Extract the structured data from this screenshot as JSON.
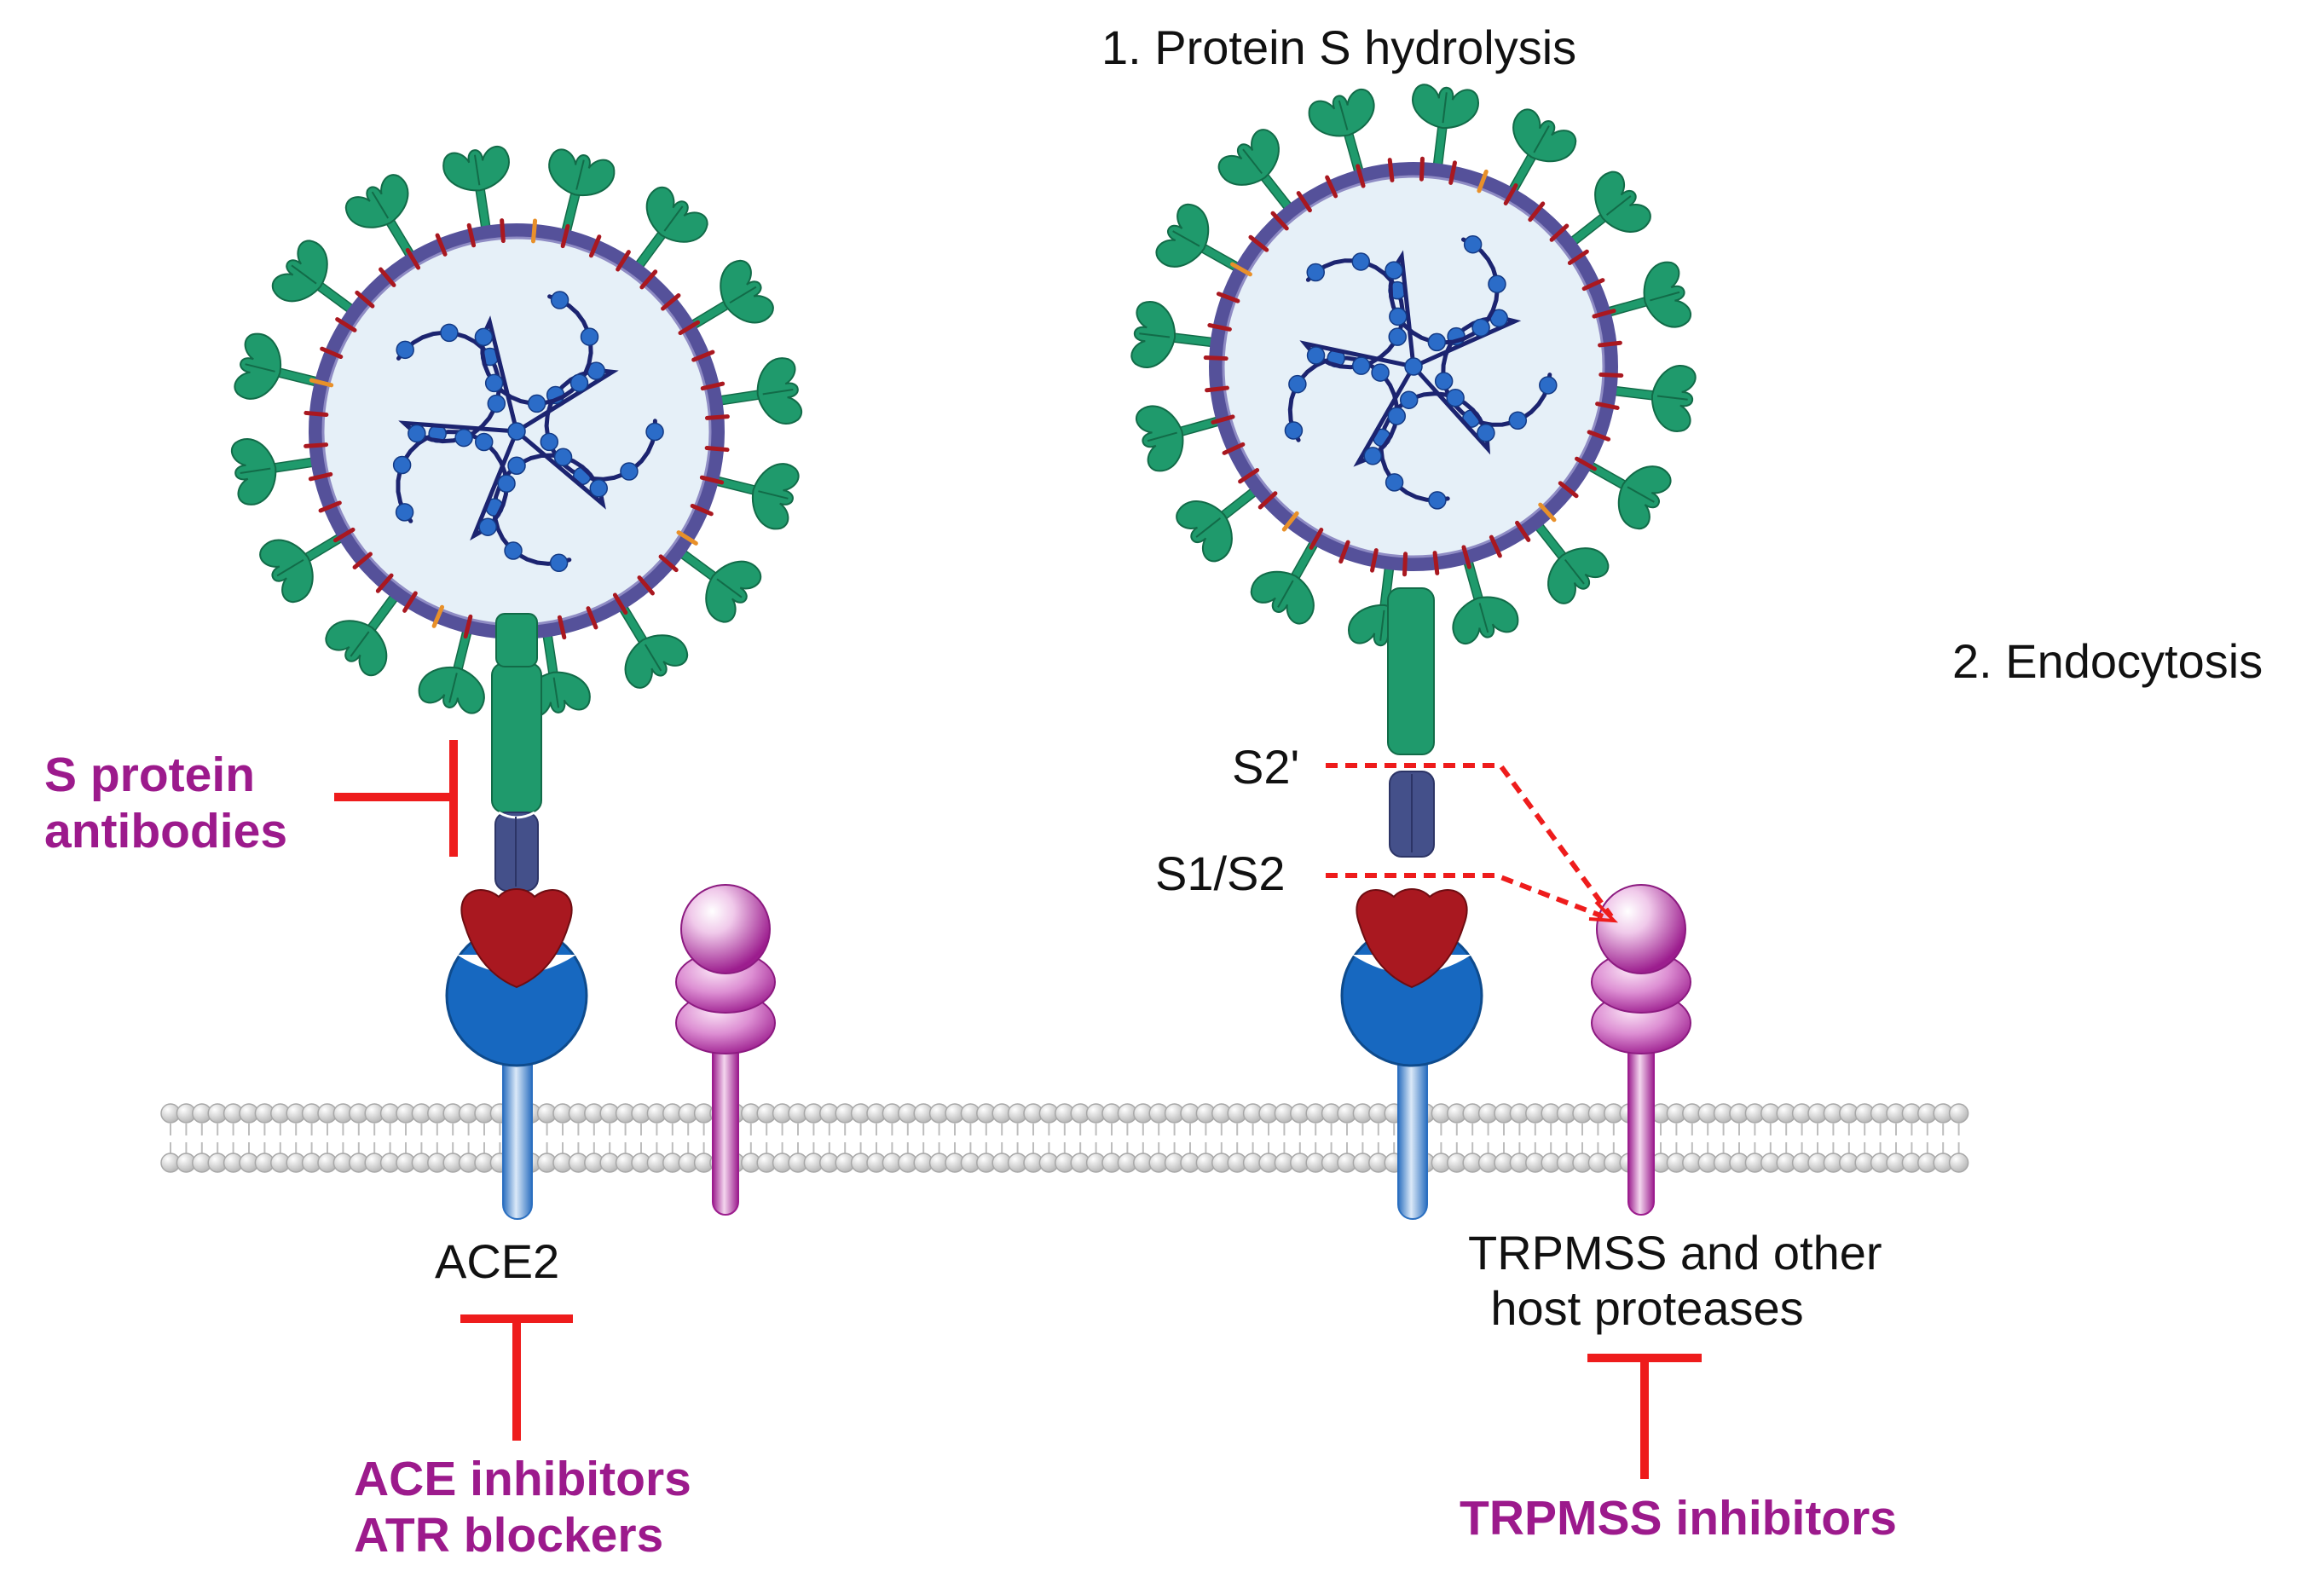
{
  "labels": {
    "step1": "1. Protein S hydrolysis",
    "step2": "2. Endocytosis",
    "s_antibodies_1": "S protein",
    "s_antibodies_2": "antibodies",
    "s2_prime": "S2'",
    "s1_s2": "S1/S2",
    "ace2": "ACE2",
    "tmprss_1": "TRPMSS and other",
    "tmprss_2": "host proteases",
    "ace_inhib_1": "ACE inhibitors",
    "ace_inhib_2": "ATR blockers",
    "tmprss_inhib": "TRPMSS inhibitors"
  },
  "colors": {
    "envelope": "#55519a",
    "spike_green": "#1f9a6c",
    "spike_dark": "#126b48",
    "capsid_fill": "#e6f0f8",
    "rna_line": "#1c2470",
    "nucleocapsid": "#2b6cc8",
    "ace2_head": "#1768c0",
    "rbd_red": "#a91820",
    "cleavage_blue": "#44508a",
    "protease_magenta": "#a8289a",
    "membrane_bead": "#d9d9d9",
    "inhibitor_red": "#ee1c1c",
    "label_purple": "#9c1a8c"
  }
}
